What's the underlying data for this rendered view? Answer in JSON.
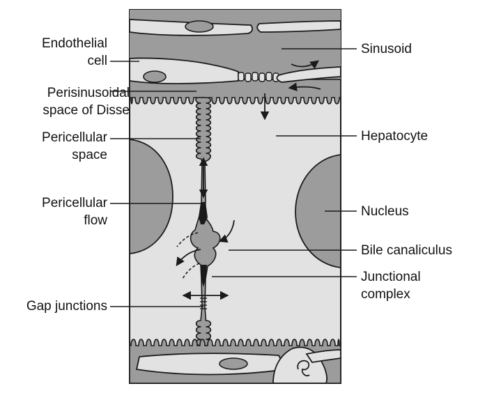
{
  "colors": {
    "dark_gray": "#9c9c9c",
    "light_gray": "#e2e2e2",
    "outline": "#1a1a1a",
    "background": "#ffffff"
  },
  "labels": {
    "endothelial_cell": [
      "Endothelial",
      "cell"
    ],
    "perisinusoidal_space": [
      "Perisinusoidal",
      "space of Disse"
    ],
    "pericellular_space": [
      "Pericellular",
      "space"
    ],
    "pericellular_flow": [
      "Pericellular",
      "flow"
    ],
    "gap_junctions": [
      "Gap junctions"
    ],
    "sinusoid": [
      "Sinusoid"
    ],
    "hepatocyte": [
      "Hepatocyte"
    ],
    "nucleus": [
      "Nucleus"
    ],
    "bile_canaliculus": [
      "Bile canaliculus"
    ],
    "junctional_complex": [
      "Junctional",
      "complex"
    ]
  }
}
